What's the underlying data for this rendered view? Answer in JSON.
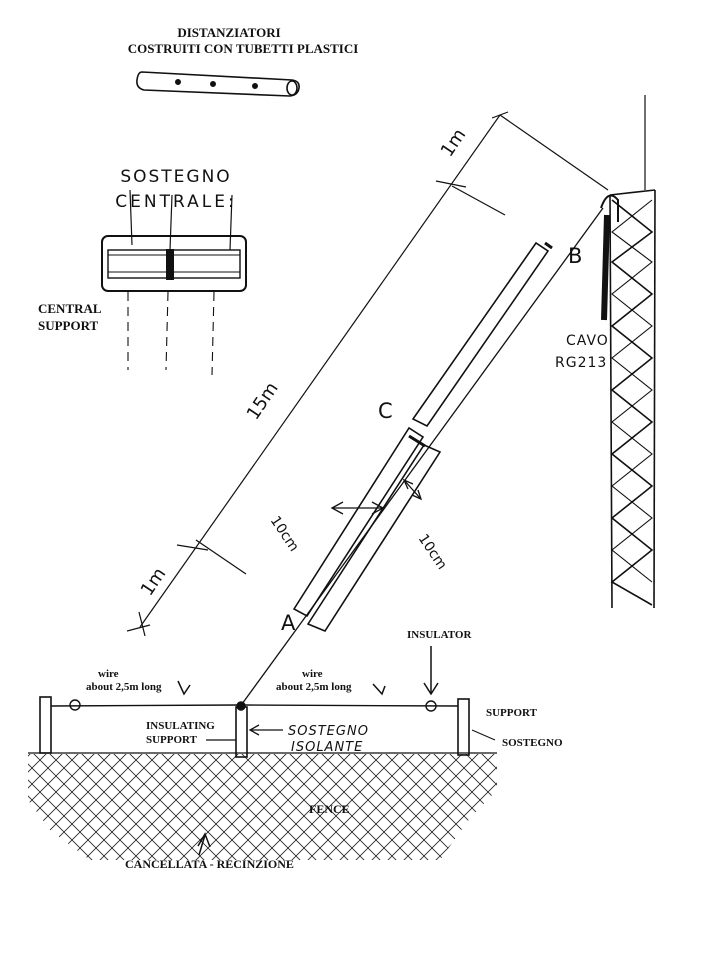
{
  "header": {
    "title_line1": "DISTANZIATORI",
    "title_line2": "COSTRUITI CON TUBETTI PLASTICI"
  },
  "spacer_detail": {
    "label_it_line1": "SOSTEGNO",
    "label_it_line2": "CENTRALE:",
    "label_en_line1": "CENTRAL",
    "label_en_line2": "SUPPORT"
  },
  "antenna": {
    "point_a": "A",
    "point_b": "B",
    "point_c": "C",
    "dim_total": "15m",
    "dim_top": "1m",
    "dim_bottom": "1m",
    "dim_spacing_left": "10cm",
    "dim_spacing_right": "10cm",
    "cable_line1": "CAVO",
    "cable_line2": "RG213"
  },
  "fence_area": {
    "insulator": "INSULATOR",
    "wire_left_line1": "wire",
    "wire_left_line2": "about 2,5m long",
    "wire_right_line1": "wire",
    "wire_right_line2": "about 2,5m long",
    "insulating_support_line1": "INSULATING",
    "insulating_support_line2": "SUPPORT",
    "sostegno_isolante_line1": "SOSTEGNO",
    "sostegno_isolante_line2": "ISOLANTE",
    "support_en": "SUPPORT",
    "support_it": "SOSTEGNO",
    "fence": "FENCE",
    "fence_it": "CANCELLATA - RECINZIONE"
  },
  "colors": {
    "ink": "#111111",
    "background": "#ffffff"
  }
}
